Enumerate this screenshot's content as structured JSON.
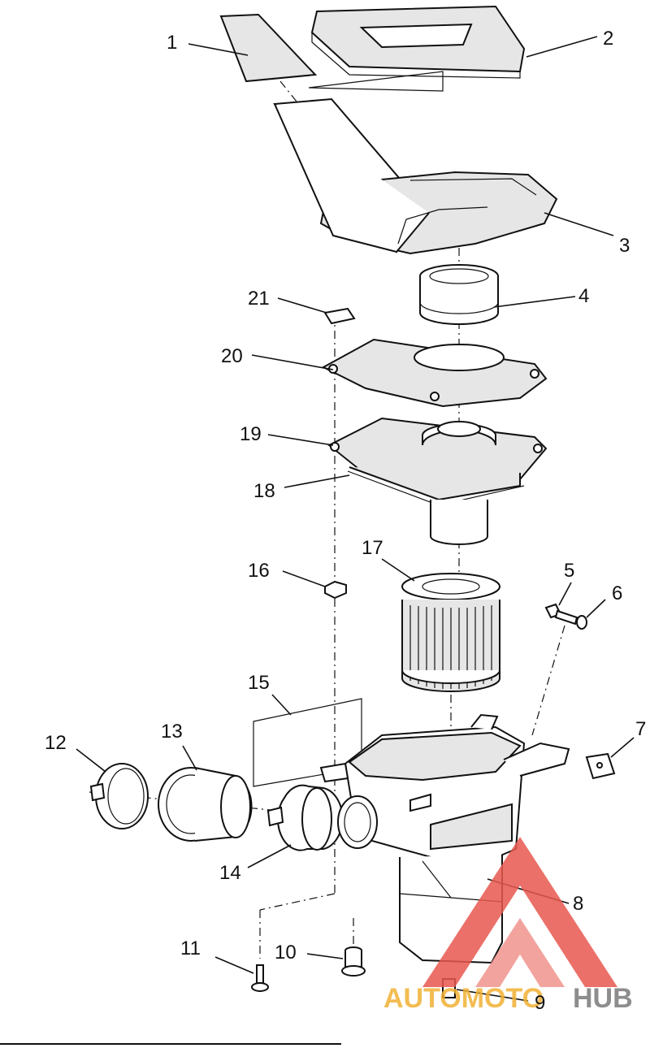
{
  "diagram": {
    "callouts": [
      "1",
      "2",
      "3",
      "4",
      "5",
      "6",
      "7",
      "8",
      "9",
      "10",
      "11",
      "12",
      "13",
      "14",
      "15",
      "16",
      "17",
      "18",
      "19",
      "20",
      "21"
    ]
  },
  "watermark": {
    "part1": "AUTOMOTO",
    "part2": "HUB",
    "color_primary": "#e8584f",
    "color_secondary": "#f2b134",
    "color_dark": "#7a7a7a"
  }
}
